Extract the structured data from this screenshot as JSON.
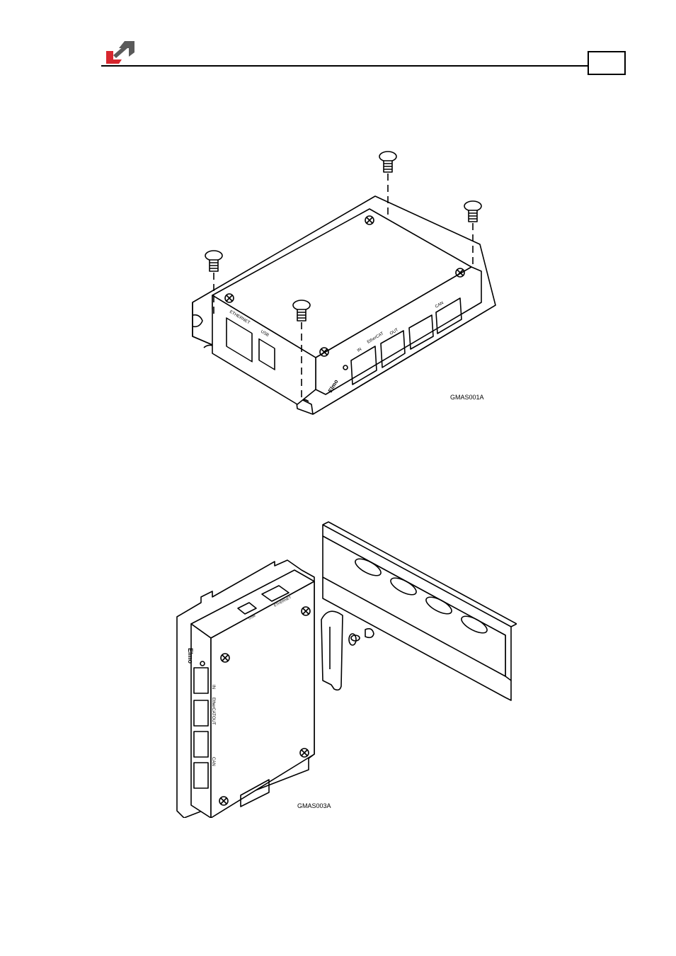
{
  "figures": [
    {
      "label": "GMAS001A",
      "port_labels": [
        "ETHERNET",
        "USB",
        "IN",
        "EtherCAT",
        "OUT",
        "CAN"
      ],
      "brand": "Elmo"
    },
    {
      "label": "GMAS003A",
      "port_labels": [
        "IN",
        "EtherCAT",
        "OUT",
        "CAN",
        "USB",
        "ETHERNET"
      ],
      "brand": "Elmo"
    }
  ],
  "colors": {
    "logo_red": "#d7262e",
    "logo_gray": "#5a5a5a",
    "line": "#000000"
  }
}
